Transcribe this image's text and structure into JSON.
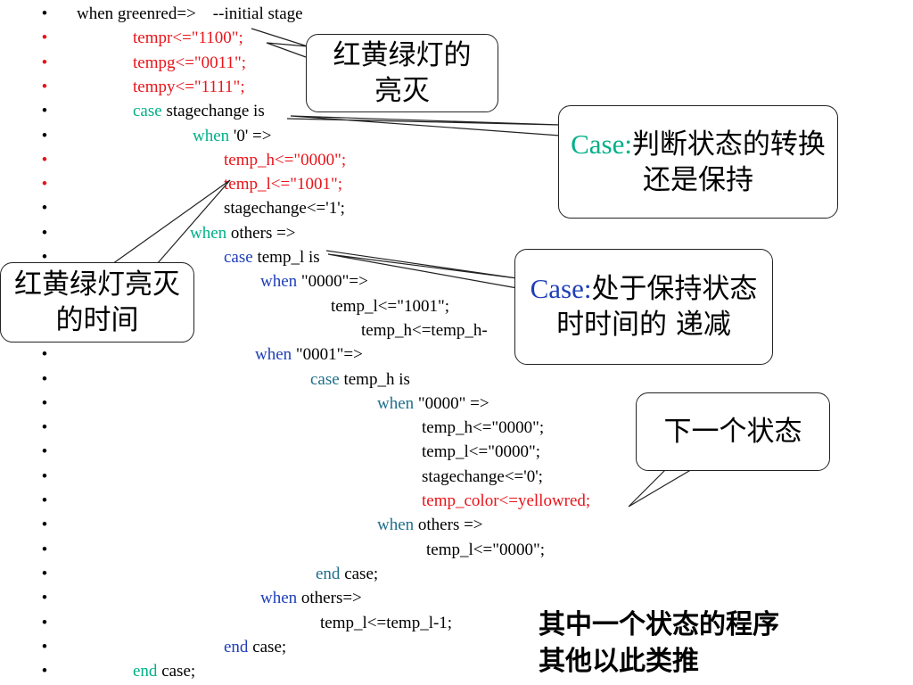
{
  "code": {
    "bullet": "•",
    "bullet_color_black": "#000000",
    "bullet_color_red": "#e8141a",
    "lines": [
      {
        "parts": [
          {
            "t": "when greenred=>    --initial stage",
            "c": ""
          }
        ]
      },
      {
        "parts": [
          {
            "t": "tempr<=\"1100\";",
            "c": "red"
          }
        ],
        "bullet_red": true
      },
      {
        "parts": [
          {
            "t": "tempg<=\"0011\";",
            "c": "red"
          }
        ],
        "bullet_red": true
      },
      {
        "parts": [
          {
            "t": "tempy<=\"1111\";",
            "c": "red"
          }
        ],
        "bullet_red": true
      },
      {
        "parts": [
          {
            "t": "case",
            "c": "kw-green"
          },
          {
            "t": " stagechange is",
            "c": ""
          }
        ]
      },
      {
        "parts": [
          {
            "t": "when",
            "c": "kw-green"
          },
          {
            "t": " '0' =>",
            "c": ""
          }
        ]
      },
      {
        "parts": [
          {
            "t": "temp_h<=\"0000\";",
            "c": "red"
          }
        ],
        "bullet_red": true
      },
      {
        "parts": [
          {
            "t": "temp_l<=\"1001\";",
            "c": "red"
          }
        ],
        "bullet_red": true
      },
      {
        "parts": [
          {
            "t": "stagechange<='1';",
            "c": ""
          }
        ]
      },
      {
        "parts": [
          {
            "t": "when",
            "c": "kw-green"
          },
          {
            "t": " others =>",
            "c": ""
          }
        ]
      },
      {
        "parts": [
          {
            "t": "case",
            "c": "kw-blue"
          },
          {
            "t": " temp_l is",
            "c": ""
          }
        ]
      },
      {
        "parts": [
          {
            "t": "when",
            "c": "kw-blue"
          },
          {
            "t": " \"0000\"=>",
            "c": ""
          }
        ],
        "no_bullet": true
      },
      {
        "parts": [
          {
            "t": "temp_l<=\"1001\";",
            "c": ""
          }
        ],
        "no_bullet": true
      },
      {
        "parts": [
          {
            "t": "temp_h<=temp_h-",
            "c": ""
          }
        ],
        "no_bullet": true
      },
      {
        "parts": [
          {
            "t": "when",
            "c": "kw-blue"
          },
          {
            "t": " \"0001\"=>",
            "c": ""
          }
        ]
      },
      {
        "parts": [
          {
            "t": "case",
            "c": "kw-teal"
          },
          {
            "t": " temp_h is",
            "c": ""
          }
        ]
      },
      {
        "parts": [
          {
            "t": "when",
            "c": "kw-teal"
          },
          {
            "t": " \"0000\" =>",
            "c": ""
          }
        ]
      },
      {
        "parts": [
          {
            "t": "temp_h<=\"0000\";",
            "c": ""
          }
        ]
      },
      {
        "parts": [
          {
            "t": "temp_l<=\"0000\";",
            "c": ""
          }
        ]
      },
      {
        "parts": [
          {
            "t": "stagechange<='0';",
            "c": ""
          }
        ]
      },
      {
        "parts": [
          {
            "t": "temp_color<=yellowred;",
            "c": "red"
          }
        ]
      },
      {
        "parts": [
          {
            "t": "when",
            "c": "kw-teal"
          },
          {
            "t": " others =>",
            "c": ""
          }
        ]
      },
      {
        "parts": [
          {
            "t": "temp_l<=\"0000\";",
            "c": ""
          }
        ]
      },
      {
        "parts": [
          {
            "t": "end",
            "c": "kw-teal"
          },
          {
            "t": " case;",
            "c": ""
          }
        ]
      },
      {
        "parts": [
          {
            "t": "when",
            "c": "kw-blue"
          },
          {
            "t": " others=>",
            "c": ""
          }
        ]
      },
      {
        "parts": [
          {
            "t": "temp_l<=temp_l-1;",
            "c": ""
          }
        ]
      },
      {
        "parts": [
          {
            "t": "end",
            "c": "kw-blue"
          },
          {
            "t": " case;",
            "c": ""
          }
        ]
      },
      {
        "parts": [
          {
            "t": "end",
            "c": "kw-green"
          },
          {
            "t": " case;",
            "c": ""
          }
        ]
      }
    ]
  },
  "callouts": {
    "light_on_off": "红黄绿灯的亮灭",
    "case_transition_prefix": "Case:",
    "case_transition_text": "判断状态的转换还是保持",
    "light_duration": "红黄绿灯亮灭的时间",
    "case_hold_prefix": "Case:",
    "case_hold_text": "处于保持状态时时间的 递减",
    "next_state": "下一个状态"
  },
  "bottom_note": {
    "line1": "其中一个状态的程序",
    "line2": "其他以此类推"
  },
  "colors": {
    "keyword_green": "#00b089",
    "keyword_blue": "#1f3fb8",
    "keyword_teal": "#1f6f8b",
    "red": "#e8141a"
  }
}
